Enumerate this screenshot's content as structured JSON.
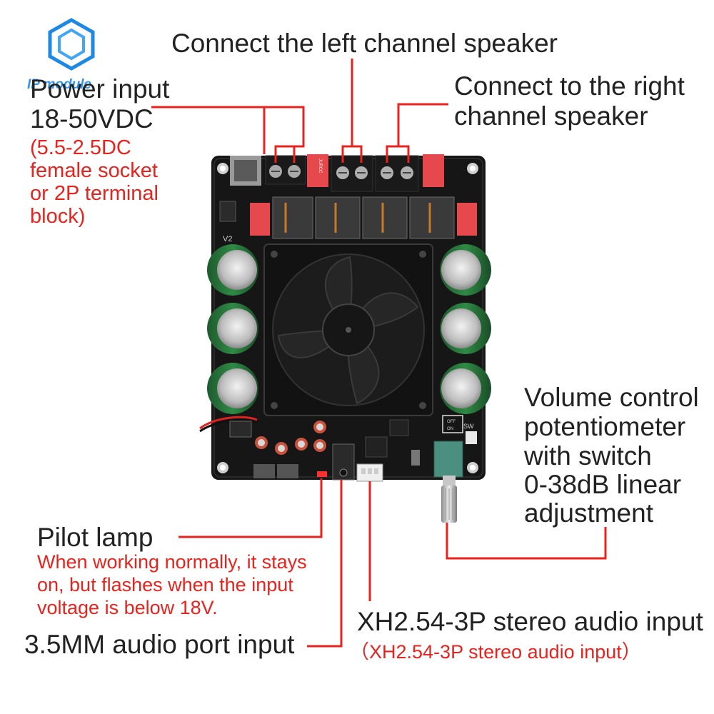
{
  "brand": {
    "logo_text": "IP module",
    "accent": "#e8231e",
    "brand_blue": "#1e88e5"
  },
  "labels": {
    "left_channel": "Connect the left channel speaker",
    "right_channel_line1": "Connect to the right",
    "right_channel_line2": "channel speaker",
    "power_line1": "Power input",
    "power_line2": "18-50VDC",
    "power_note_line1": "(5.5-2.5DC",
    "power_note_line2": "female socket",
    "power_note_line3": "or 2P terminal",
    "power_note_line4": "block)",
    "volume_line1": "Volume control",
    "volume_line2": "potentiometer",
    "volume_line3": "with switch",
    "volume_line4": "0-38dB linear",
    "volume_line5": "adjustment",
    "pilot_title": "Pilot lamp",
    "pilot_note_line1": "When working normally, it stays",
    "pilot_note_line2": "on, but flashes when the input",
    "pilot_note_line3": "voltage is below 18V.",
    "xh_title": "XH2.54-3P stereo audio input",
    "xh_note": "（XH2.54-3P stereo audio input）",
    "audio_port": "3.5MM audio port input"
  },
  "board_marks": {
    "v2": "V2",
    "sw": "SW",
    "off": "OFF",
    "on": "ON",
    "jurcc": "JURCC"
  }
}
